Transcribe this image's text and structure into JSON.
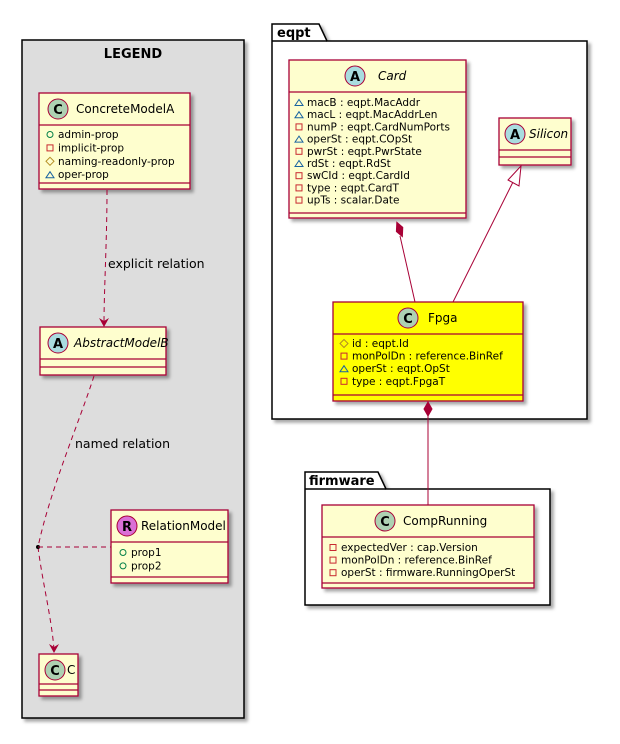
{
  "legend": {
    "title": "LEGEND",
    "concrete": {
      "name": "ConcreteModelA",
      "stereotype": "C",
      "attrs": [
        {
          "vis": "public",
          "text": "admin-prop"
        },
        {
          "vis": "private",
          "text": "implicit-prop"
        },
        {
          "vis": "protected",
          "text": "naming-readonly-prop"
        },
        {
          "vis": "package",
          "text": "oper-prop"
        }
      ]
    },
    "abstract": {
      "name": "AbstractModelB",
      "stereotype": "A"
    },
    "relation": {
      "name": "RelationModel",
      "stereotype": "R",
      "attrs": [
        {
          "vis": "public",
          "text": "prop1"
        },
        {
          "vis": "public",
          "text": "prop2"
        }
      ]
    },
    "c": {
      "name": "C",
      "stereotype": "C"
    },
    "explicit_label": "explicit relation",
    "named_label": "named relation"
  },
  "eqpt": {
    "title": "eqpt",
    "card": {
      "name": "Card",
      "stereotype": "A",
      "attrs": [
        {
          "vis": "package",
          "text": "macB : eqpt.MacAddr"
        },
        {
          "vis": "package",
          "text": "macL : eqpt.MacAddrLen"
        },
        {
          "vis": "private",
          "text": "numP : eqpt.CardNumPorts"
        },
        {
          "vis": "package",
          "text": "operSt : eqpt.COpSt"
        },
        {
          "vis": "private",
          "text": "pwrSt : eqpt.PwrState"
        },
        {
          "vis": "package",
          "text": "rdSt : eqpt.RdSt"
        },
        {
          "vis": "private",
          "text": "swCId : eqpt.CardId"
        },
        {
          "vis": "private",
          "text": "type : eqpt.CardT"
        },
        {
          "vis": "private",
          "text": "upTs : scalar.Date"
        }
      ]
    },
    "silicon": {
      "name": "Silicon",
      "stereotype": "A"
    },
    "fpga": {
      "name": "Fpga",
      "stereotype": "C",
      "attrs": [
        {
          "vis": "protected",
          "text": "id : eqpt.Id"
        },
        {
          "vis": "private",
          "text": "monPolDn : reference.BinRef"
        },
        {
          "vis": "package",
          "text": "operSt : eqpt.OpSt"
        },
        {
          "vis": "private",
          "text": "type : eqpt.FpgaT"
        }
      ]
    }
  },
  "firmware": {
    "title": "firmware",
    "comp": {
      "name": "CompRunning",
      "stereotype": "C",
      "attrs": [
        {
          "vis": "private",
          "text": "expectedVer : cap.Version"
        },
        {
          "vis": "private",
          "text": "monPolDn : reference.BinRef"
        },
        {
          "vis": "private",
          "text": "operSt : firmware.RunningOperSt"
        }
      ]
    }
  },
  "colors": {
    "class_fill": "#FEFECE",
    "class_border": "#A80036",
    "highlight_fill": "#FFFF00",
    "legend_fill": "#DDDDDD",
    "stereo_abstract": "#A9DCDF",
    "stereo_class": "#ADD1B2",
    "stereo_relation": "#DA70D6",
    "edge": "#A80036",
    "vis_public": "#038048",
    "vis_private": "#C82930",
    "vis_protected": "#B38D22",
    "vis_package": "#1963A0"
  }
}
